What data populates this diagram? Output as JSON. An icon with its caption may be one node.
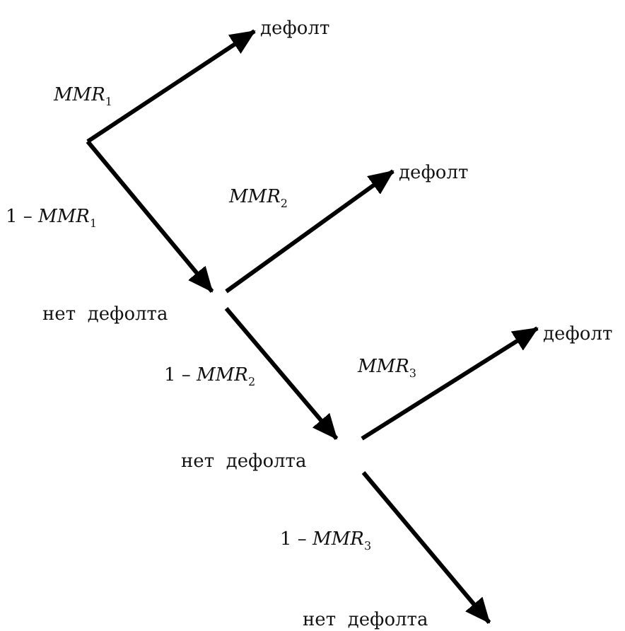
{
  "diagram": {
    "nodes": [
      {
        "text": [
          "дефолт"
        ]
      },
      {
        "text": [
          "нет  дефолта"
        ]
      },
      {
        "text": [
          "дефолт"
        ]
      },
      {
        "text": [
          "нет  дефолта"
        ]
      },
      {
        "text": [
          "дефолт"
        ]
      },
      {
        "text": [
          "нет  дефолта"
        ]
      }
    ],
    "edges": [
      {
        "from": null,
        "to": 0,
        "arrow": "to",
        "label": "*MMR*$_{1}$"
      },
      {
        "from": null,
        "to": 1,
        "arrow": "to",
        "label": "1 – *MMR*$_{1}$"
      },
      {
        "from": 1,
        "to": 2,
        "arrow": "to",
        "label": "*MMR*$_{2}$"
      },
      {
        "from": 1,
        "to": 3,
        "arrow": "to",
        "label": "1 – *MMR*$_{2}$"
      },
      {
        "from": 3,
        "to": 4,
        "arrow": "to",
        "label": "*MMR*$_{3}$"
      },
      {
        "from": 3,
        "to": 5,
        "arrow": "to",
        "label": "1 – *MMR*$_{3}$"
      }
    ]
  }
}
